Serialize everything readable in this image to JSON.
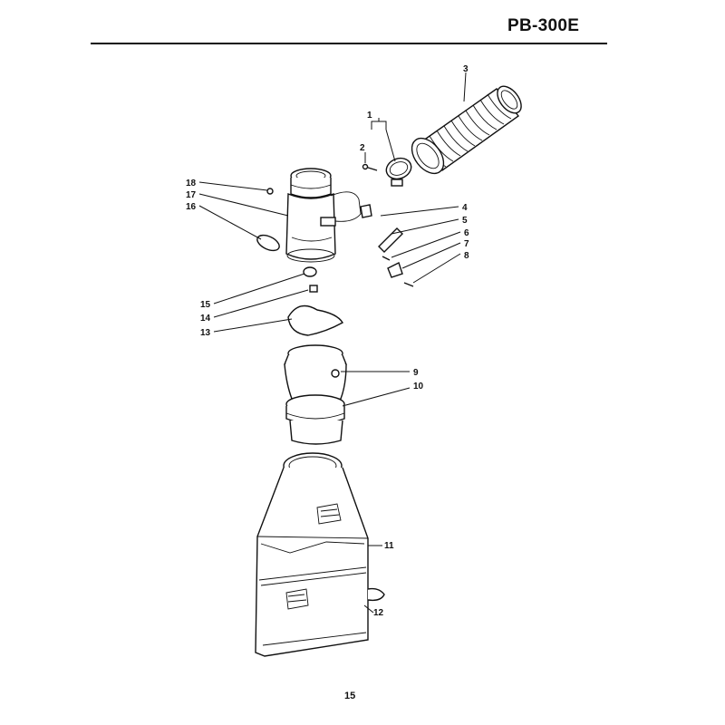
{
  "header": {
    "title": "PB-300E"
  },
  "footer": {
    "page_number": "15"
  },
  "callouts": {
    "c1": "1",
    "c2": "2",
    "c3": "3",
    "c4": "4",
    "c5": "5",
    "c6": "6",
    "c7": "7",
    "c8": "8",
    "c9": "9",
    "c10": "10",
    "c11": "11",
    "c12": "12",
    "c13": "13",
    "c14": "14",
    "c15": "15",
    "c16": "16",
    "c17": "17",
    "c18": "18"
  }
}
